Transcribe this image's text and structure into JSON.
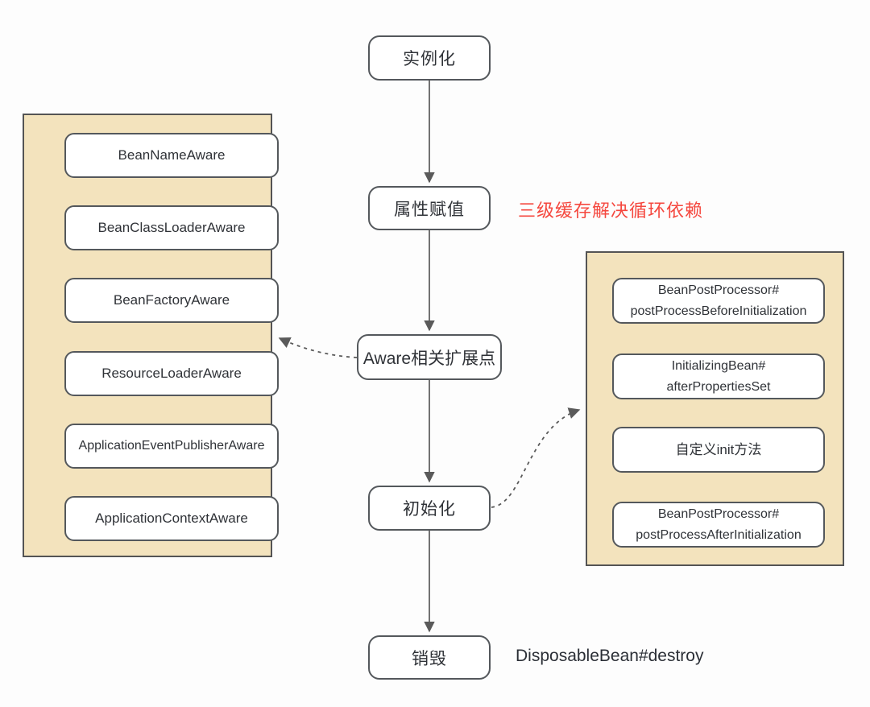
{
  "diagram": {
    "title_hint": "Spring Bean lifecycle flow",
    "main_flow": {
      "instantiation": "实例化",
      "property_assignment": "属性赋值",
      "aware_extension": "Aware相关扩展点",
      "initialization": "初始化",
      "destruction": "销毁"
    },
    "annotations": {
      "circular_dependency_note": "三级缓存解决循环依赖",
      "destroy_note": "DisposableBean#destroy"
    },
    "aware_panel": {
      "items": [
        "BeanNameAware",
        "BeanClassLoaderAware",
        "BeanFactoryAware",
        "ResourceLoaderAware",
        "ApplicationEventPublisherAware",
        "ApplicationContextAware"
      ]
    },
    "init_panel": {
      "items": [
        {
          "line1": "BeanPostProcessor#",
          "line2": "postProcessBeforeInitialization"
        },
        {
          "line1": "InitializingBean#",
          "line2": "afterPropertiesSet"
        },
        {
          "line1": "自定义init方法",
          "line2": ""
        },
        {
          "line1": "BeanPostProcessor#",
          "line2": "postProcessAfterInitialization"
        }
      ]
    },
    "colors": {
      "panel_fill": "#f3e3bd",
      "panel_border": "#545454",
      "node_border": "#54585c",
      "arrow": "#5a5a5a",
      "note_red": "#f5483f",
      "text": "#2f3237",
      "background": "#fdfdfd"
    }
  }
}
